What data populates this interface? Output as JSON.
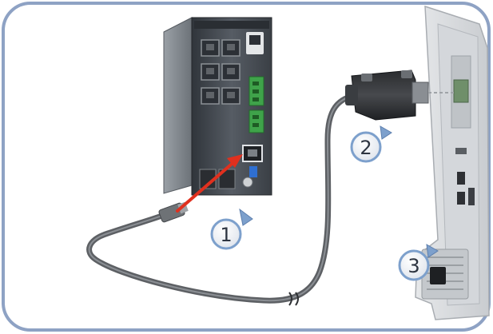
{
  "callouts": [
    {
      "number": "1"
    },
    {
      "number": "2"
    },
    {
      "number": "3"
    }
  ],
  "colors": {
    "frame": "#8ea2c4",
    "switch_body": "#4a5058",
    "badge_fill": "#f2f4f8",
    "badge_border": "#7da0cc",
    "cable": "#5d6064",
    "arrow": "#e0301e",
    "terminal": "#3fa34a"
  }
}
